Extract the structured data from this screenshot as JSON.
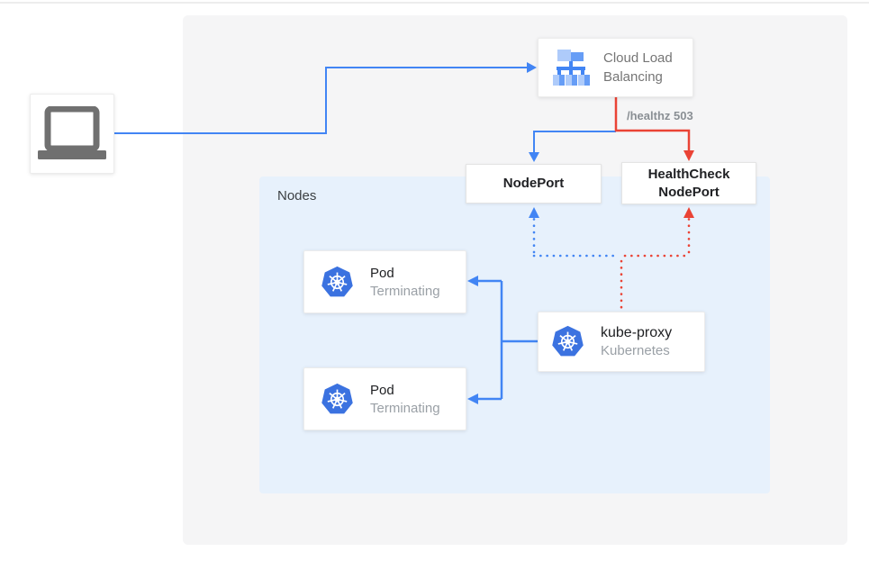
{
  "diagram": {
    "client": {
      "icon": "laptop-icon"
    },
    "cloud_load_balancing": {
      "label": "Cloud Load Balancing",
      "icon": "load-balancer-icon"
    },
    "healthz_label": "/healthz 503",
    "nodeport": {
      "label": "NodePort"
    },
    "healthcheck_nodeport": {
      "label": "HealthCheck NodePort"
    },
    "nodes_group": {
      "label": "Nodes"
    },
    "pods": [
      {
        "title": "Pod",
        "status": "Terminating",
        "icon": "kubernetes-icon"
      },
      {
        "title": "Pod",
        "status": "Terminating",
        "icon": "kubernetes-icon"
      }
    ],
    "kube_proxy": {
      "title": "kube-proxy",
      "subtitle": "Kubernetes",
      "icon": "kubernetes-icon"
    },
    "colors": {
      "flow_blue": "#4285f4",
      "flow_red": "#ea4335",
      "nodes_panel": "#e7f1fc",
      "canvas_panel": "#f5f5f6",
      "muted_text": "#9aa0a6",
      "dark_text": "#202124"
    }
  }
}
